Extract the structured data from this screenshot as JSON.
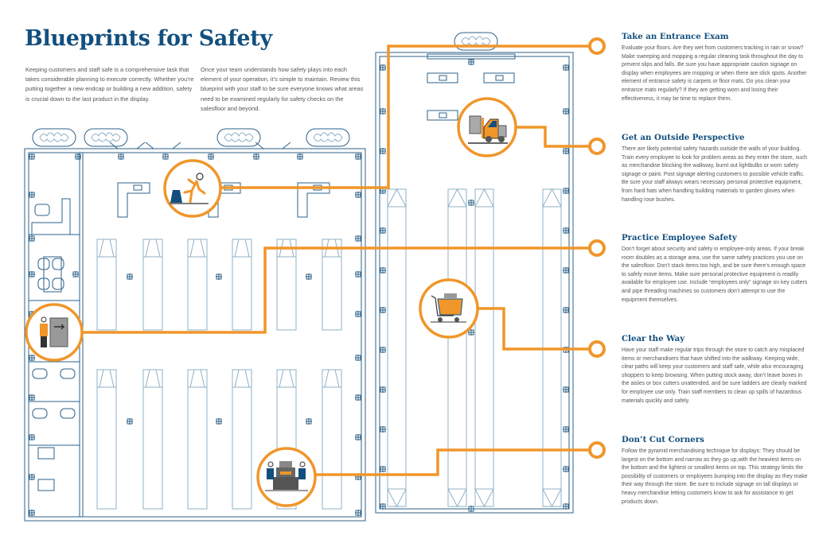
{
  "title": "Blueprints for Safety",
  "intro": [
    "Keeping customers and staff safe is a comprehensive task that takes considerable planning to execute correctly. Whether you’re putting together a new endcap or building a new addition, safety is crucial down to the last product in the display.",
    "Once your team understands how safety plays into each element of your operation, it’s simple to maintain. Review this blueprint with your staff to be sure everyone knows what areas need to be examined regularly for safety checks on the salesfloor and beyond."
  ],
  "sections": [
    {
      "heading": "Take an Entrance Exam",
      "icon": "slip-hazard-icon",
      "body": "Evaluate your floors. Are they wet from customers tracking in rain or snow? Make sweeping and mopping a regular cleaning task throughout the day to prevent slips and falls. Be sure you have appropriate caution signage on display when employees are mopping or when there are slick spots. Another element of entrance safety is carpets or floor mats. Do you clean your entrance mats regularly? If they are getting worn and losing their effectiveness, it may be time to replace them."
    },
    {
      "heading": "Get an Outside Perspective",
      "icon": "forklift-icon",
      "body": "There are likely potential safety hazards outside the walls of your building. Train every employee to look for problem areas as they enter the store, such as merchandise blocking the walkway, burnt out lightbulbs or worn safety signage or paint. Post signage alerting customers to possible vehicle traffic. Be sure your staff always wears necessary personal protective equipment, from hard hats when handling building materials to garden gloves when handling rose bushes."
    },
    {
      "heading": "Practice Employee Safety",
      "icon": "employee-door-icon",
      "body": "Don’t forget about security and safety in employee-only areas. If your break room doubles as a storage area, use the same safety practices you use on the salesfloor. Don’t stack items too high, and be sure there’s enough space to safely move items. Make sure personal protective equipment is readily available for employee use. Include “employees only” signage on key cutters and pipe threading machines so customers don’t attempt to use the equipment themselves."
    },
    {
      "heading": "Clear the Way",
      "icon": "shopping-cart-icon",
      "body": "Have your staff make regular trips through the store to catch any misplaced items or merchandisers that have shifted into the walkway. Keeping wide, clear paths will keep your customers and staff safe, while also encouraging shoppers to keep browsing. When putting stock away, don’t leave boxes in the aisles or box cutters unattended, and be sure ladders are clearly marked for employee use only. Train staff members to clean up spills of hazardous materials quickly and safely."
    },
    {
      "heading": "Don’t Cut Corners",
      "icon": "display-stack-icon",
      "body": "Follow the pyramid merchandising technique for displays: They should be largest on the bottom and narrow as they go up,with the heaviest items on the bottom and the lightest or smallest items on top. This strategy limits the possibility of customers or employees bumping into the display as they make their way through the store. Be sure to include signage on tall displays or heavy merchandise letting customers know to ask for assistance to get products down."
    }
  ],
  "colors": {
    "accent": "#f0962a",
    "heading": "#124f7e",
    "plan": "#2d6289",
    "planLight": "#8fb0c6",
    "text": "#555555"
  }
}
